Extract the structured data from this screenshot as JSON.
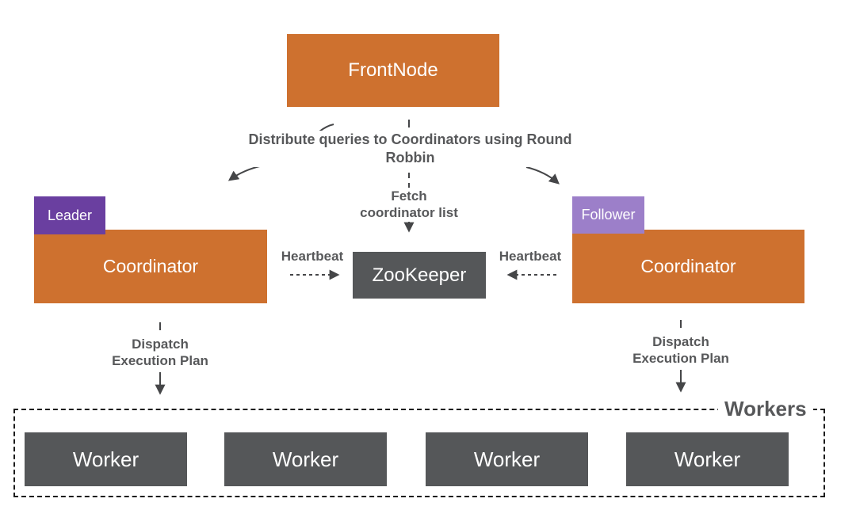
{
  "colors": {
    "node_orange": "#CE712F",
    "node_gray": "#555759",
    "badge_purple_dark": "#6A3FA0",
    "badge_purple_light": "#9C7FC9",
    "label_gray": "#57585A",
    "arrow_gray": "#454648"
  },
  "nodes": {
    "front_node": {
      "label": "FrontNode"
    },
    "coordinator_left": {
      "label": "Coordinator",
      "badge": "Leader"
    },
    "coordinator_right": {
      "label": "Coordinator",
      "badge": "Follower"
    },
    "zookeeper": {
      "label": "ZooKeeper"
    }
  },
  "edge_labels": {
    "distribute": "Distribute queries to Coordinators using Round\nRobbin",
    "fetch": "Fetch\ncoordinator list",
    "heartbeat_left": "Heartbeat",
    "heartbeat_right": "Heartbeat",
    "dispatch_left": "Dispatch\nExecution Plan",
    "dispatch_right": "Dispatch\nExecution Plan"
  },
  "workers": {
    "group_label": "Workers",
    "nodes": [
      {
        "label": "Worker"
      },
      {
        "label": "Worker"
      },
      {
        "label": "Worker"
      },
      {
        "label": "Worker"
      }
    ]
  }
}
